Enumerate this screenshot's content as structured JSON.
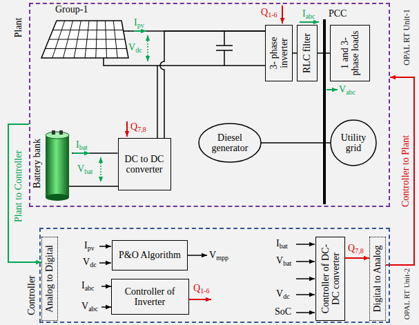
{
  "diagram": {
    "nodes": [
      {
        "text": [
          "Plant"
        ]
      },
      {
        "text": [
          "Group-1"
        ],
        "in": 0
      },
      {
        "text": [
          "Battery bank"
        ],
        "in": 0
      },
      {
        "text": [
          "DC to DC converter"
        ],
        "in": 0
      },
      {
        "text": [
          "3- phase inverter"
        ],
        "in": 0
      },
      {
        "text": [
          "RLC filter"
        ],
        "in": 0
      },
      {
        "text": [
          "1 and 3- phase loads"
        ],
        "in": 0
      },
      {
        "text": [
          "Diesel generator"
        ],
        "in": 0
      },
      {
        "text": [
          "Utility grid"
        ],
        "in": 0
      },
      {
        "text": [
          "Controller"
        ]
      },
      {
        "text": [
          "Analog to Digital"
        ],
        "in": 9
      },
      {
        "text": [
          "P&O Algorithm"
        ],
        "in": 9
      },
      {
        "text": [
          "Controller of Inverter"
        ],
        "in": 9
      },
      {
        "text": [
          "Controller of DC-DC converter"
        ],
        "in": 9
      },
      {
        "text": [
          "Digital to Analog"
        ],
        "in": 9
      }
    ],
    "edges": [
      {
        "from": 1,
        "to": 4,
        "arrow": "none"
      },
      {
        "from": 2,
        "to": 3,
        "arrow": "none"
      },
      {
        "from": 3,
        "to": 4,
        "arrow": "none"
      },
      {
        "from": 4,
        "to": 5,
        "arrow": "none"
      },
      {
        "from": 5,
        "to": 6,
        "arrow": "none"
      },
      {
        "from": 0,
        "to": 10,
        "label": "Plant to Controller",
        "arrow": "to"
      },
      {
        "from": 14,
        "to": 0,
        "label": "Controller to Plant",
        "arrow": "to"
      }
    ],
    "labels": [
      "Ipv",
      "Vdc",
      "Q1-6",
      "Iabc",
      "PCC",
      "Vabc",
      "Ibat",
      "Vbat",
      "Q7,8",
      "OPAL RT Unit-1",
      "Ipv",
      "Vdc",
      "Vmpp",
      "Iabc",
      "Vabc",
      "Q1-6",
      "Ibat",
      "Vbat",
      "Vdc",
      "SoC",
      "Q7,8",
      "OPAL RT Unit-2"
    ]
  }
}
